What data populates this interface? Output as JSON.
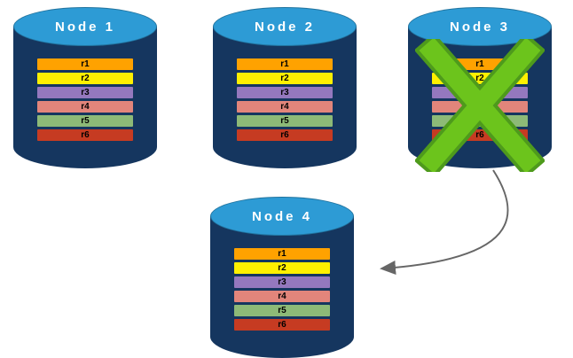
{
  "diagram": {
    "nodes": [
      {
        "label": "Node 1",
        "failed": false
      },
      {
        "label": "Node 2",
        "failed": false
      },
      {
        "label": "Node 3",
        "failed": true
      },
      {
        "label": "Node 4",
        "failed": false
      }
    ],
    "replicas": [
      {
        "label": "r1",
        "color": "#FFA200"
      },
      {
        "label": "r2",
        "color": "#FFF000"
      },
      {
        "label": "r3",
        "color": "#9478BE"
      },
      {
        "label": "r4",
        "color": "#E2857B"
      },
      {
        "label": "r5",
        "color": "#8DBA77"
      },
      {
        "label": "r6",
        "color": "#C63B22"
      }
    ],
    "edges": [
      {
        "from": "Node 3",
        "to": "Node 4",
        "style": "curved-arrow"
      }
    ],
    "colors": {
      "cylinder_body": "#15365F",
      "cylinder_top": "#2D9BD5",
      "failure_x": "#6CC41C",
      "failure_x_edge": "#4E9A1C",
      "arrow": "#666666"
    }
  }
}
